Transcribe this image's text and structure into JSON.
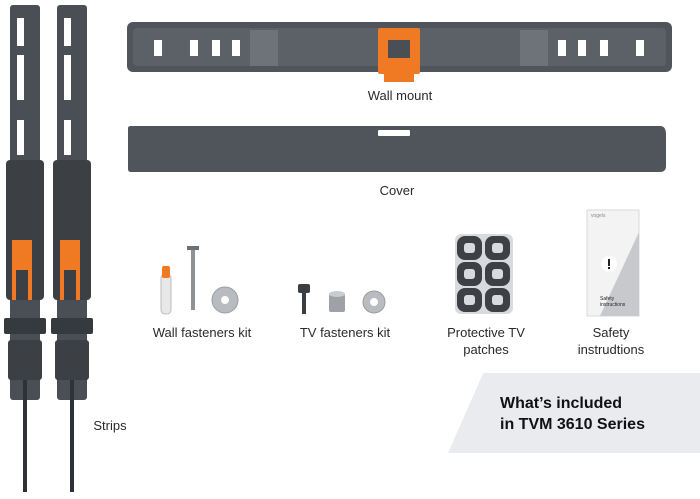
{
  "items": {
    "wall_mount": "Wall mount",
    "cover": "Cover",
    "wall_fasteners": "Wall fasteners kit",
    "tv_fasteners": "TV fasteners kit",
    "protective_patches_line1": "Protective TV",
    "protective_patches_line2": "patches",
    "safety_line1": "Safety",
    "safety_line2": "instrudtions",
    "strips": "Strips"
  },
  "banner": {
    "line1": "What’s included",
    "line2": "in TVM 3610 Series"
  },
  "booklet": {
    "brand": "vogels",
    "title_line1": "Safety",
    "title_line2": "instructions"
  },
  "colors": {
    "accent_orange": "#f07a24",
    "dark_gray": "#4a4f55",
    "mid_gray": "#6b7076",
    "panel_gray": "#e9ebee"
  }
}
